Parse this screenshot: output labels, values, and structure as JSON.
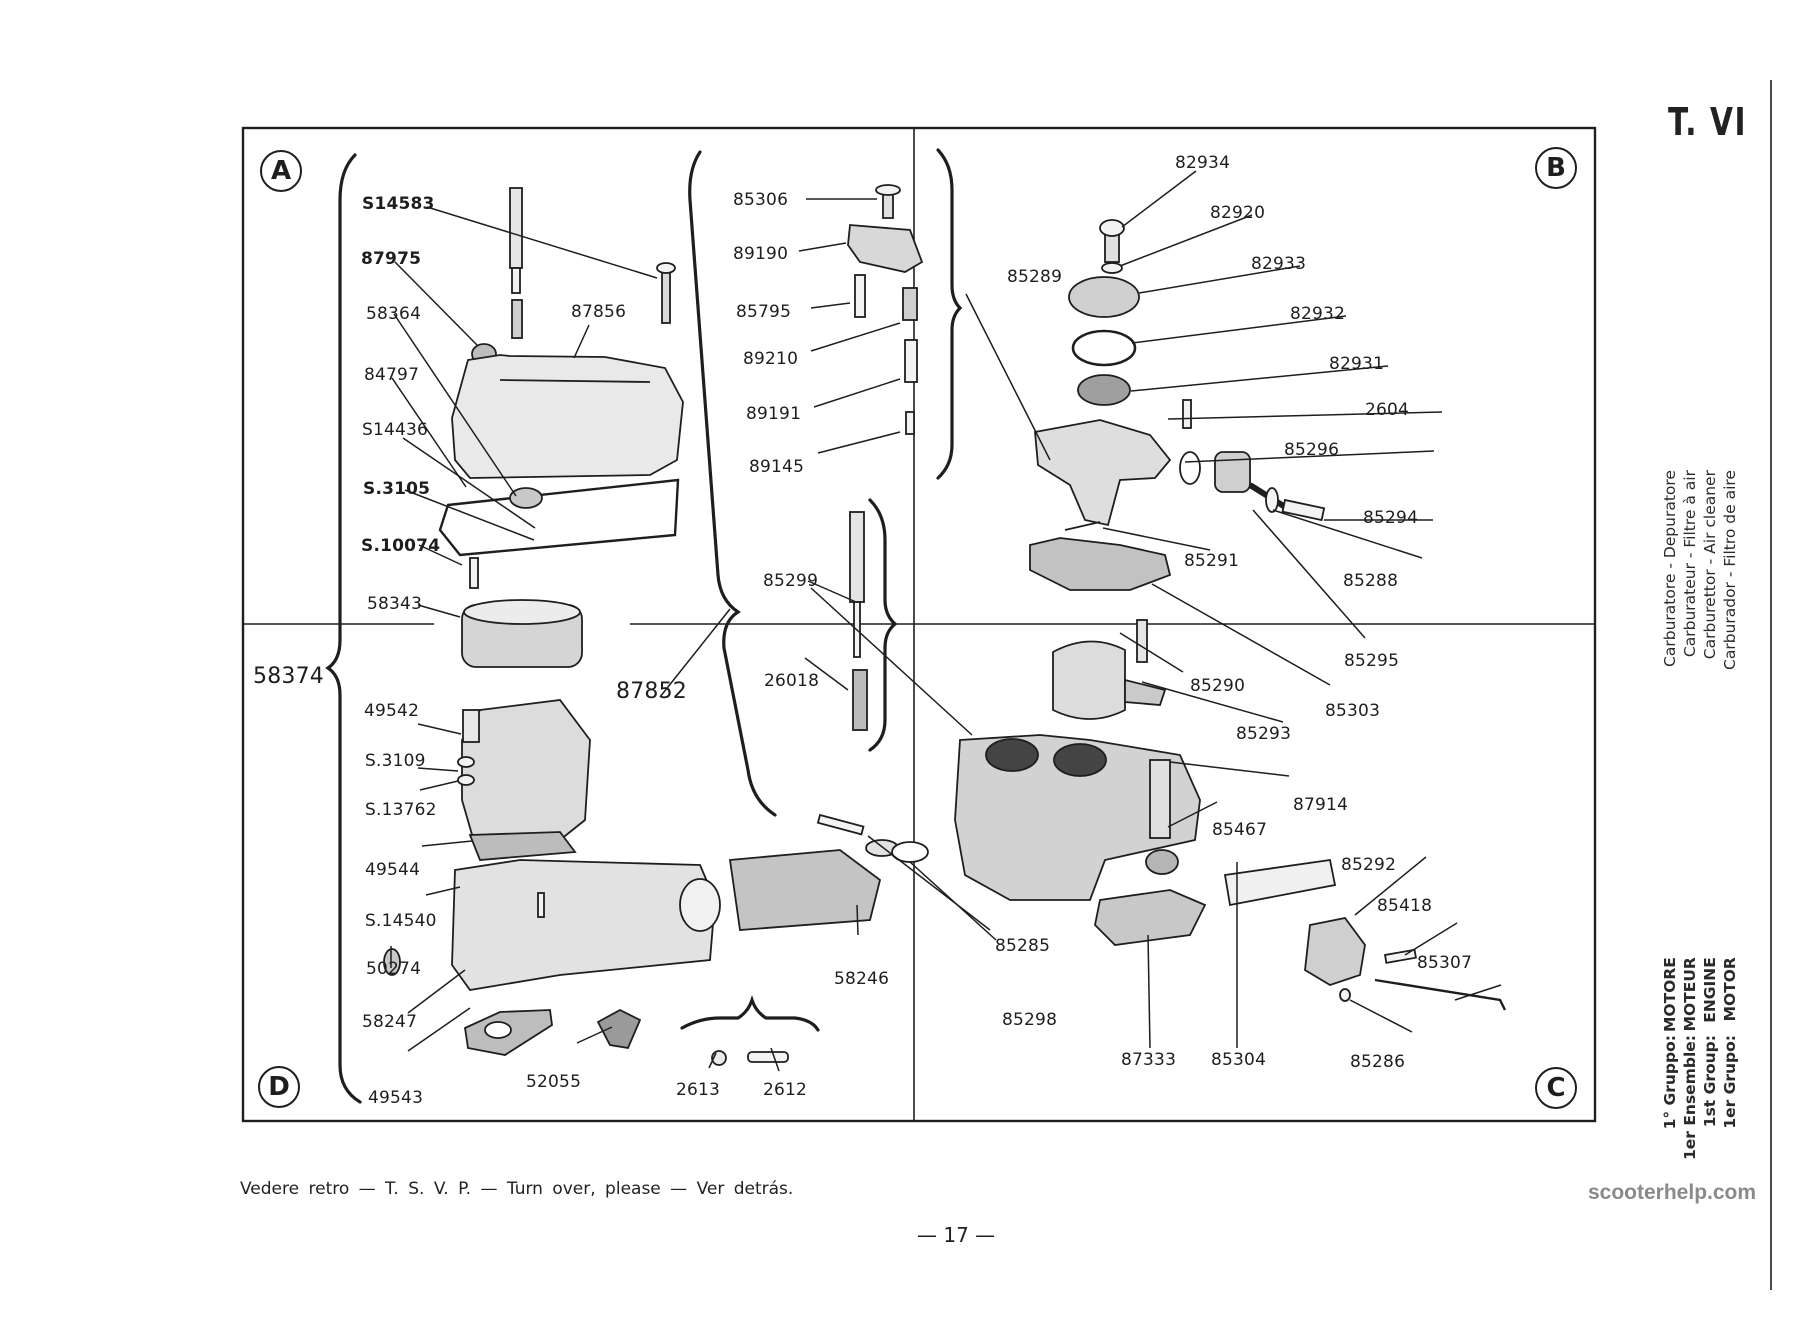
{
  "page": {
    "plate_id": "T. VI",
    "page_number": "— 17 —",
    "footer_note": "Vedere retro — T. S. V. P. — Turn over, please — Ver detrás.",
    "watermark": "scooterhelp.com",
    "title_lines": [
      "Carburatore - Depuratore",
      "Carburateur - Filtre à air",
      "Carburettor - Air cleaner",
      "Carburador - Filtro de aire"
    ],
    "group_labels": [
      "1° Gruppo:",
      "1er Ensemble:",
      "1st Group:",
      "1er Grupo:"
    ],
    "group_values": [
      "MOTORE",
      "MOTEUR",
      "ENGINE",
      "MOTOR"
    ]
  },
  "quadrants": {
    "a": "A",
    "b": "B",
    "c": "C",
    "d": "D"
  },
  "parts": {
    "quadrant_a": [
      "S14583",
      "87975",
      "58364",
      "87856",
      "84797",
      "S14436",
      "S.3105",
      "S.10074",
      "58343"
    ],
    "quadrant_a_center": [
      "85306",
      "89190",
      "85795",
      "89210",
      "89191",
      "89145"
    ],
    "quadrant_d": [
      "58374",
      "87852",
      "49542",
      "S.3109",
      "S.13762",
      "49544",
      "S.14540",
      "50274",
      "58247",
      "49543",
      "52055",
      "2613",
      "2612"
    ],
    "quadrant_d_center": [
      "85299",
      "26018",
      "58246"
    ],
    "quadrant_b": [
      "82934",
      "82920",
      "82933",
      "85289",
      "82932",
      "82931",
      "2604",
      "85296",
      "85294",
      "85288",
      "85291",
      "85295"
    ],
    "quadrant_c": [
      "85290",
      "85303",
      "85293",
      "87914",
      "85467",
      "85292",
      "85418",
      "85307",
      "85285",
      "85298",
      "87333",
      "85304",
      "85286"
    ]
  }
}
